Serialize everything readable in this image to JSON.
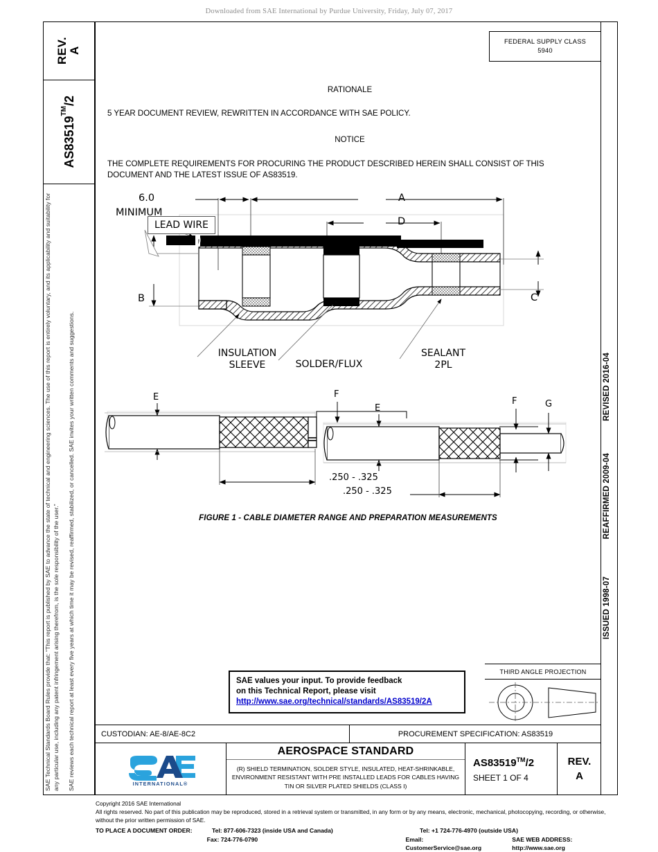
{
  "watermark": "Downloaded from SAE International by Purdue University, Friday, July 07, 2017",
  "left_column": {
    "rev_label": "REV.",
    "rev_value": "A",
    "doc_number": "AS83519",
    "doc_tm": "TM",
    "doc_suffix": "/2",
    "legal_line_1": "SAE Technical Standards Board Rules provide that: “This report is published by SAE to advance the state of technical and engineering sciences.  The use of this report is entirely voluntary, and its applicability and suitability for any particular use, including any patent infringement arising therefrom, is the sole responsibility of the user.”",
    "legal_line_2": "SAE reviews each technical report at least every five years at which time it may be revised, reaffirmed, stabilized, or cancelled. SAE invites your written comments and suggestions."
  },
  "right_column": {
    "revised": "REVISED 2016-04",
    "reaffirmed": "REAFFIRMED 2009-04",
    "issued": "ISSUED 1998-07"
  },
  "federal_supply_class": {
    "label": "FEDERAL SUPPLY CLASS",
    "value": "5940"
  },
  "content": {
    "rationale_heading": "RATIONALE",
    "rationale_body": "5 YEAR DOCUMENT REVIEW, REWRITTEN IN ACCORDANCE WITH SAE POLICY.",
    "notice_heading": "NOTICE",
    "notice_body": "THE COMPLETE REQUIREMENTS FOR PROCURING THE PRODUCT DESCRIBED HEREIN SHALL CONSIST OF THIS DOCUMENT AND THE LATEST ISSUE OF AS83519."
  },
  "figure": {
    "caption": "FIGURE 1 - CABLE DIAMETER RANGE AND PREPARATION MEASUREMENTS",
    "dim_6_0": "6.0",
    "dim_minimum": "MINIMUM",
    "dim_a": "A",
    "dim_b": "B",
    "dim_c": "C",
    "dim_d": "D",
    "dim_e1": "E",
    "dim_e2": "E",
    "dim_f1": "F",
    "dim_f2": "F",
    "dim_g": "G",
    "range_1": ".250 - .325",
    "range_2": ".250 - .325",
    "callout_lead_wire": "LEAD WIRE",
    "callout_insulation_sleeve": "INSULATION\nSLEEVE",
    "callout_insulation_sleeve_l1": "INSULATION",
    "callout_insulation_sleeve_l2": "SLEEVE",
    "callout_solder_flux": "SOLDER/FLUX",
    "callout_sealant_l1": "SEALANT",
    "callout_sealant_l2": "2PL"
  },
  "feedback": {
    "line1": "SAE values your input. To provide feedback",
    "line2": "on this Technical Report, please visit",
    "link": "http://www.sae.org/technical/standards/AS83519/2A"
  },
  "third_angle": {
    "title": "THIRD ANGLE PROJECTION"
  },
  "title_block": {
    "custodian": "CUSTODIAN: AE-8/AE-8C2",
    "procurement": "PROCUREMENT SPECIFICATION: AS83519",
    "logo_text": "SAE",
    "logo_subtext": "INTERNATIONAL®",
    "standard_type": "AEROSPACE STANDARD",
    "description": "(R) SHIELD TERMINATION, SOLDER STYLE, INSULATED, HEAT-SHRINKABLE, ENVIRONMENT RESISTANT WITH PRE INSTALLED LEADS FOR CABLES HAVING TIN OR SILVER PLATED SHIELDS (CLASS I)",
    "doc_number": "AS83519",
    "doc_tm": "TM",
    "doc_suffix": "/2",
    "sheet": "SHEET 1 OF 4",
    "rev_label": "REV.",
    "rev_value": "A"
  },
  "footer": {
    "copyright": "Copyright 2016 SAE International",
    "rights": "All rights reserved. No part of this publication may be reproduced, stored in a retrieval system or transmitted, in any form or by any means, electronic, mechanical, photocopying, recording, or otherwise, without the prior written permission of SAE.",
    "order_label": "TO PLACE A DOCUMENT ORDER:",
    "tel_inside": "Tel: 877-606-7323 (inside USA and Canada)",
    "tel_outside": "Tel: +1 724-776-4970 (outside USA)",
    "fax": "Fax: 724-776-0790",
    "email": "Email: CustomerService@sae.org",
    "web": "SAE WEB ADDRESS: http://www.sae.org"
  },
  "colors": {
    "logo_light_blue": "#2aa3dd",
    "logo_dark_blue": "#1b4a8a",
    "link_blue": "#0000cc",
    "rule_black": "#000000"
  }
}
